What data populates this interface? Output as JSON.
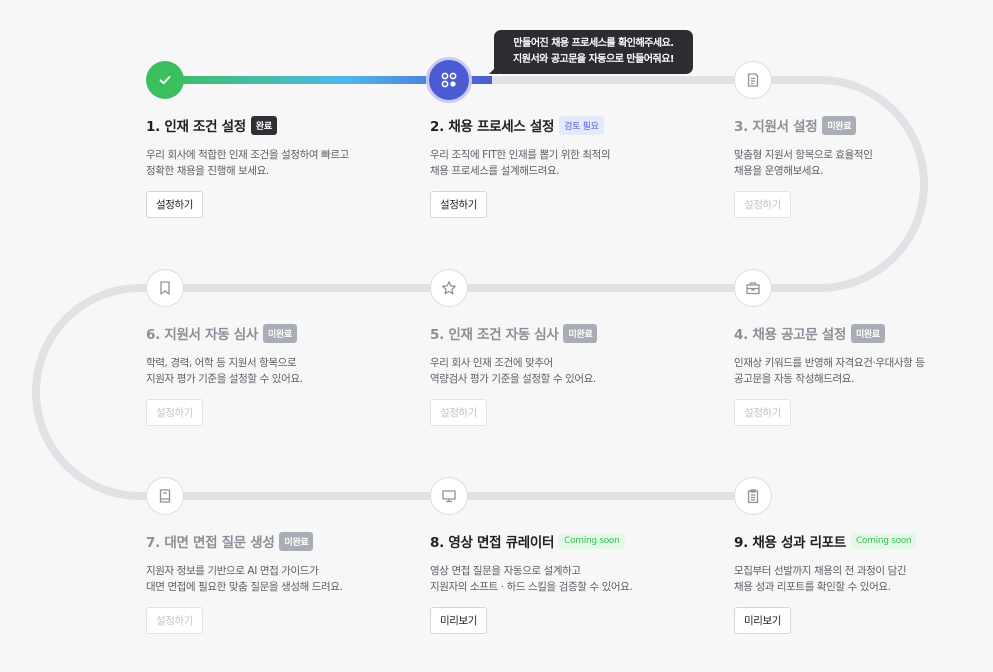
{
  "tooltip": {
    "line1": "만들어진 채용 프로세스를 확인해주세요.",
    "line2": "지원서와 공고문을 자동으로 만들어줘요!"
  },
  "colors": {
    "done": "#3bbf5f",
    "active": "#4c5bd4",
    "progress_gradient": [
      "#3bbf5f",
      "#4fb8e8",
      "#4c5bd4"
    ],
    "track": "#e1e2e6"
  },
  "steps": [
    {
      "title": "1. 인재 조건 설정",
      "badge": "완료",
      "desc": "우리 회사에 적합한 인재 조건을 설정하여 빠르고\n정확한 채용을 진행해 보세요.",
      "button": "설정하기",
      "icon": "check-icon"
    },
    {
      "title": "2. 채용 프로세스 설정",
      "badge": "검토 필요",
      "desc": "우리 조직에 FIT한 인재를 뽑기 위한 최적의\n채용 프로세스를 설계해드려요.",
      "button": "설정하기",
      "icon": "process-icon"
    },
    {
      "title": "3. 지원서 설정",
      "badge": "미완료",
      "desc": "맞춤형 지원서 항목으로 효율적인\n채용을 운영해보세요.",
      "button": "설정하기",
      "icon": "document-icon"
    },
    {
      "title": "4. 채용 공고문 설정",
      "badge": "미완료",
      "desc": "인재상 키워드를 반영해 자격요건·우대사항 등\n공고문을 자동 작성해드려요.",
      "button": "설정하기",
      "icon": "briefcase-icon"
    },
    {
      "title": "5. 인재 조건 자동 심사",
      "badge": "미완료",
      "desc": "우리 회사 인재 조건에 맞추어\n역량검사 평가 기준을 설정할 수 있어요.",
      "button": "설정하기",
      "icon": "star-icon"
    },
    {
      "title": "6. 지원서 자동 심사",
      "badge": "미완료",
      "desc": "학력, 경력, 어학 등 지원서 항목으로\n지원자 평가 기준을 설정할 수 있어요.",
      "button": "설정하기",
      "icon": "bookmark-icon"
    },
    {
      "title": "7. 대면 면접 질문 생성",
      "badge": "미완료",
      "desc": "지원자 정보를 기반으로 AI 면접 가이드가\n대면 면접에 필요한 맞춤 질문을 생성해 드려요.",
      "button": "설정하기",
      "icon": "book-icon"
    },
    {
      "title": "8. 영상 면접 큐레이터",
      "badge": "Coming soon",
      "desc": "영상 면접 질문을 자동으로 설계하고\n지원자의 소프트 · 하드 스킬을 검증할 수 있어요.",
      "button": "미리보기",
      "icon": "monitor-icon"
    },
    {
      "title": "9. 채용 성과 리포트",
      "badge": "Coming soon",
      "desc": "모집부터 선발까지 채용의 전 과정이 담긴\n채용 성과 리포트를 확인할 수 있어요.",
      "button": "미리보기",
      "icon": "clipboard-icon"
    }
  ]
}
